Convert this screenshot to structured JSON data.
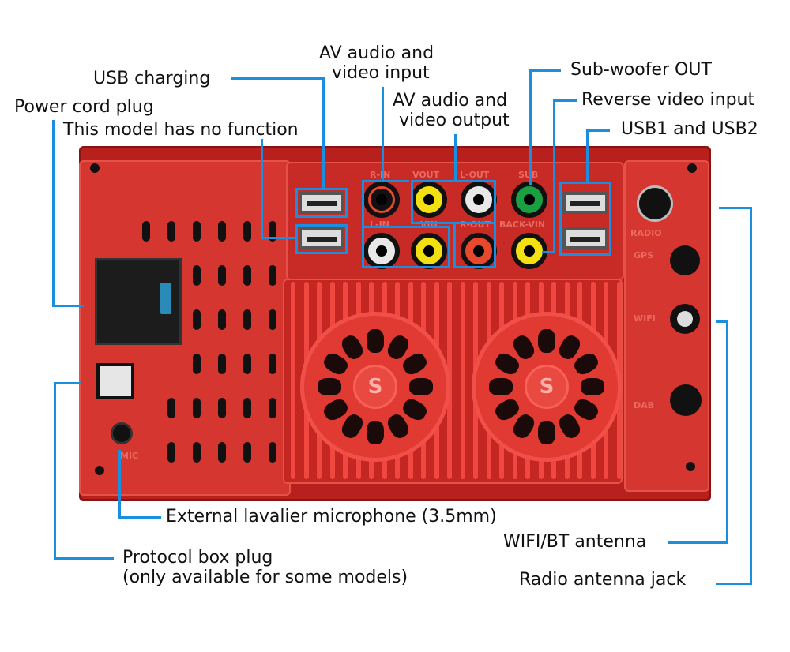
{
  "callouts": {
    "usb_charging": "USB charging",
    "power_cord_plug": "Power cord plug",
    "no_function": "This model has no function",
    "av_input_line1": "AV audio and",
    "av_input_line2": "video input",
    "av_output_line1": "AV audio and",
    "av_output_line2": "video output",
    "subwoofer_out": "Sub-woofer OUT",
    "reverse_video_input": "Reverse video input",
    "usb1_usb2": "USB1 and USB2",
    "mic": "External lavalier microphone (3.5mm)",
    "protocol_box_line1": "Protocol box plug",
    "protocol_box_line2": "(only available for some models)",
    "wifi_bt_antenna": "WIFI/BT antenna",
    "radio_antenna_jack": "Radio antenna jack"
  },
  "panel_labels": {
    "r_in": "R-IN",
    "vout": "VOUT",
    "l_out": "L-OUT",
    "sub": "SUB",
    "l_in": "L-IN",
    "vin": "VIN",
    "r_out": "R-OUT",
    "back_vin": "BACK-VIN",
    "radio": "RADIO",
    "gps": "GPS",
    "wifi": "WIFI",
    "dab": "DAB",
    "mic": "MIC",
    "fan_logo": "S"
  },
  "colors": {
    "callout_line": "#1a8fe0",
    "device_red": "#d63630",
    "rca_red": "#e8482c",
    "rca_yellow": "#f2e010",
    "rca_white": "#e8e8e8",
    "rca_green": "#1aa040"
  }
}
